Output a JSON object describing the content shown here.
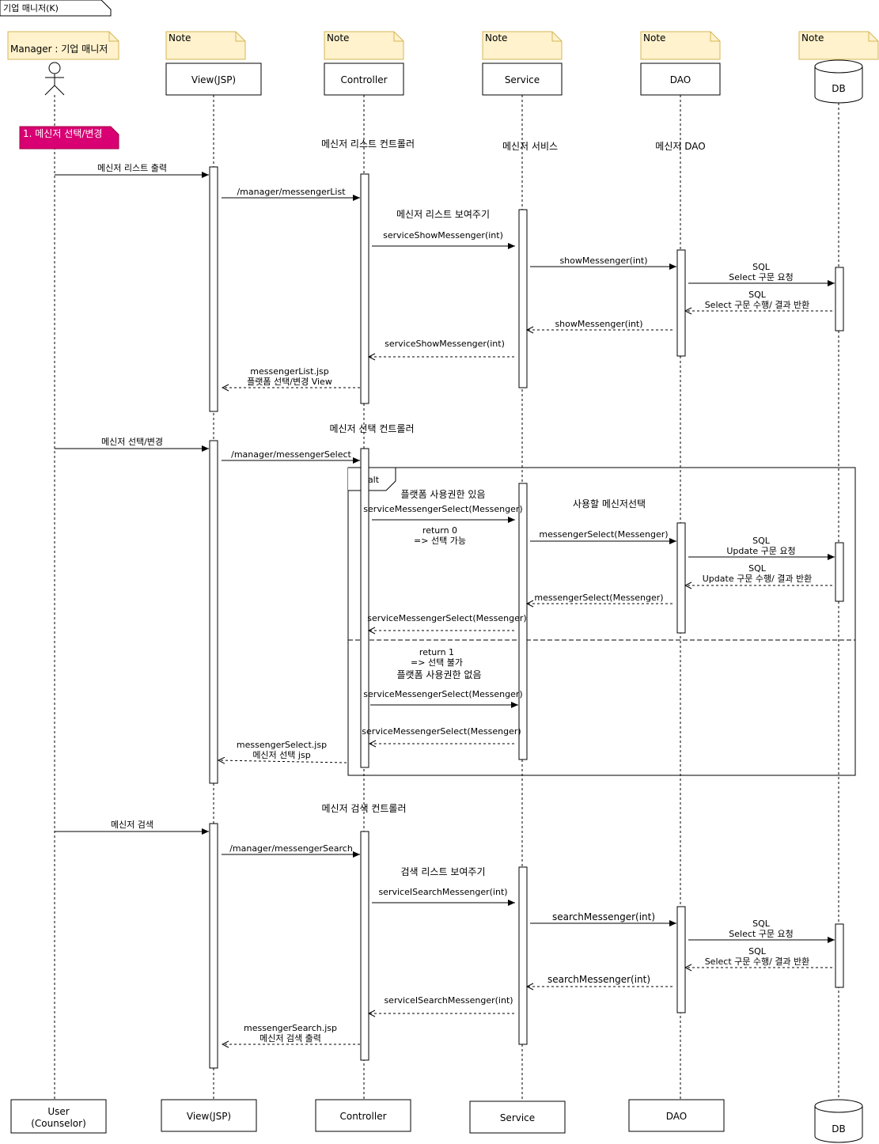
{
  "frame_title": "기업 매니저(K)",
  "actor_top_label": "Manager : 기업 매니저",
  "note_label": "Note",
  "participants": {
    "view": "View(JSP)",
    "controller": "Controller",
    "service": "Service",
    "dao": "DAO",
    "db": "DB"
  },
  "bottom_participants": {
    "user_line1": "User",
    "user_line2": "(Counselor)",
    "view": "View(JSP)",
    "controller": "Controller",
    "service": "Service",
    "dao": "DAO",
    "db": "DB"
  },
  "section_tag": "1. 메신저 선택/변경",
  "section1": {
    "ctrl_title": "메신저 리스트 컨트롤러",
    "svc_title": "메신저 서비스",
    "dao_title": "메신저 DAO",
    "svc_note": "메신저 리스트 보여주기",
    "m_user_view": "메신저 리스트 출력",
    "m_view_ctrl": "/manager/messengerList",
    "m_ctrl_svc": "serviceShowMessenger(int)",
    "m_svc_dao": "showMessenger(int)",
    "m_dao_db_1": "SQL",
    "m_dao_db_2": "Select 구문 요청",
    "r_db_dao_1": "SQL",
    "r_db_dao_2": "Select 구문 수행/ 결과 반환",
    "r_dao_svc": "showMessenger(int)",
    "r_svc_ctrl": "serviceShowMessenger(int)",
    "r_ctrl_view_1": "messengerList.jsp",
    "r_ctrl_view_2": "플랫폼 선택/변경 View"
  },
  "section2": {
    "ctrl_title": "메신저 선택 컨트롤러",
    "m_user_view": "메신저 선택/변경",
    "m_view_ctrl": "/manager/messengerSelect",
    "alt_label": "alt",
    "guard1": "플랫폼 사용권한 있음",
    "m_ctrl_svc": "serviceMessengerSelect(Messenger)",
    "ret0_1": "return 0",
    "ret0_2": "=> 선택 가능",
    "svc_note": "사용할 메신저선택",
    "m_svc_dao": "messengerSelect(Messenger)",
    "m_dao_db_1": "SQL",
    "m_dao_db_2": "Update 구문 요청",
    "r_db_dao_1": "SQL",
    "r_db_dao_2": "Update 구문 수행/ 결과 반환",
    "r_dao_svc": "messengerSelect(Messenger)",
    "r_svc_ctrl": "serviceMessengerSelect(Messenger)",
    "ret1_1": "return 1",
    "ret1_2": "=> 선택 불가",
    "guard2": "플랫폼 사용권한 없음",
    "m2_ctrl_svc": "serviceMessengerSelect(Messenger)",
    "r2_svc_ctrl": "serviceMessengerSelect(Messenger)",
    "r_ctrl_view_1": "messengerSelect.jsp",
    "r_ctrl_view_2": "메신저 선택 jsp"
  },
  "section3": {
    "ctrl_title": "메신저 검색 컨트롤러",
    "m_user_view": "메신저 검색",
    "m_view_ctrl": "/manager/messengerSearch",
    "svc_note": "검색 리스트 보여주기",
    "m_ctrl_svc": "serviceISearchMessenger(int)",
    "m_svc_dao": "searchMessenger(int)",
    "m_dao_db_1": "SQL",
    "m_dao_db_2": "Select 구문 요청",
    "r_db_dao_1": "SQL",
    "r_db_dao_2": "Select 구문 수행/ 결과 반환",
    "r_dao_svc": "searchMessenger(int)",
    "r_svc_ctrl": "serviceISearchMessenger(int)",
    "r_ctrl_view_1": "messengerSearch.jsp",
    "r_ctrl_view_2": "메신저 검색 출력"
  },
  "colors": {
    "note_fill": "#fff2cc",
    "note_stroke": "#d6b656",
    "tag_fill": "#d80073",
    "tag_text": "#ffffff"
  }
}
